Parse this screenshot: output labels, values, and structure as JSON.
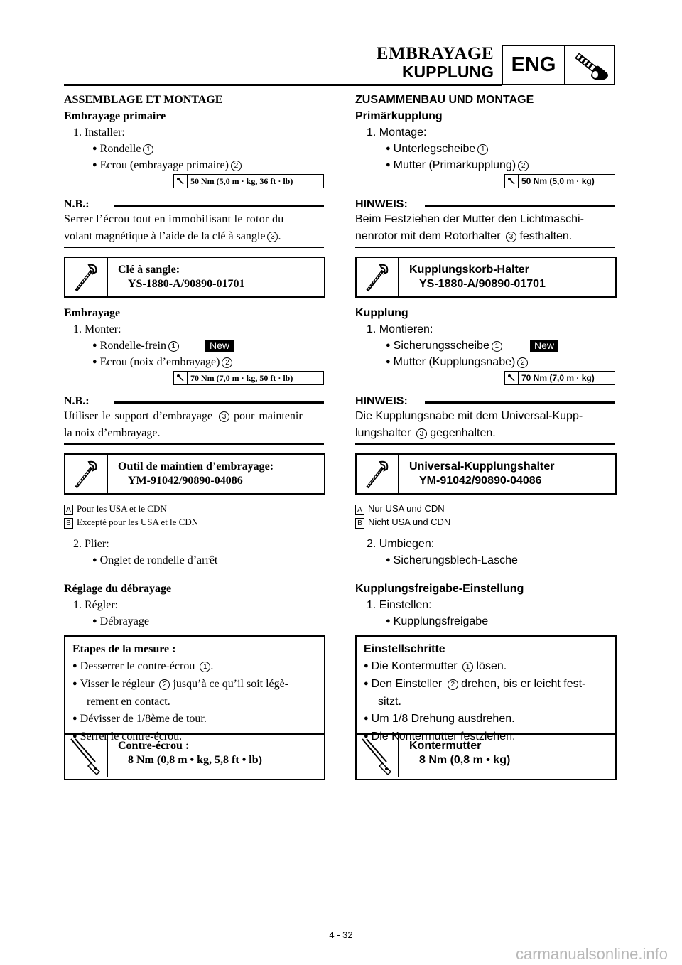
{
  "header": {
    "title_fr": "EMBRAYAGE",
    "title_de": "KUPPLUNG",
    "badge": "ENG",
    "badge_icon": "engine-wrench-icon"
  },
  "fr": {
    "section_title": "ASSEMBLAGE ET MONTAGE",
    "s1_title": "Embrayage primaire",
    "s1_step1": "1. Installer:",
    "s1_item1": "Rondelle",
    "s1_item2": "Ecrou (embrayage primaire)",
    "s1_torque": "50 Nm (5,0 m · kg, 36 ft · lb)",
    "nb1_label": "N.B.:",
    "nb1_text_a": "Serrer l’écrou tout en immobilisant le rotor du",
    "nb1_text_b": "volant magnétique à l’aide de la clé à sangle",
    "tool1_title": "Clé à sangle:",
    "tool1_code": "YS-1880-A/90890-01701",
    "s2_title": "Embrayage",
    "s2_step1": "1. Monter:",
    "s2_item1": "Rondelle-frein",
    "s2_item2": "Ecrou (noix d’embrayage)",
    "s2_torque": "70 Nm (7,0 m · kg, 50 ft · lb)",
    "nb2_label": "N.B.:",
    "nb2_text_a": "Utiliser le support d’embrayage",
    "nb2_text_a2": "pour maintenir",
    "nb2_text_b": "la noix d’embrayage.",
    "tool2_title": "Outil de maintien d’embrayage:",
    "tool2_code": "YM-91042/90890-04086",
    "note_a": "Pour les USA et le CDN",
    "note_b": "Excepté pour les USA et le CDN",
    "s2_step2": "2. Plier:",
    "s2_step2_item": "Onglet de rondelle d’arrêt",
    "s3_title": "Réglage du débrayage",
    "s3_step1": "1. Régler:",
    "s3_item1": "Débrayage",
    "box_title": "Etapes de la mesure :",
    "box_l1": "Desserrer le contre-écrou",
    "box_l2a": "Visser le régleur",
    "box_l2b": "jusqu’à ce qu’il soit légè-",
    "box_l2c": "rement en contact.",
    "box_l3": "Dévisser de 1/8ème de tour.",
    "box_l4": "Serrer le contre-écrou.",
    "spec_title": "Contre-écrou :",
    "spec_value": "8 Nm (0,8 m • kg, 5,8 ft • lb)"
  },
  "de": {
    "section_title": "ZUSAMMENBAU UND MONTAGE",
    "s1_title": "Primärkupplung",
    "s1_step1": "1. Montage:",
    "s1_item1": "Unterlegscheibe",
    "s1_item2": "Mutter (Primärkupplung)",
    "s1_torque": "50 Nm (5,0 m · kg)",
    "nb1_label": "HINWEIS:",
    "nb1_text_a": "Beim Festziehen der Mutter den Lichtmaschi-",
    "nb1_text_b": "nenrotor mit dem Rotorhalter",
    "nb1_text_c": "festhalten.",
    "tool1_title": "Kupplungskorb-Halter",
    "tool1_code": "YS-1880-A/90890-01701",
    "s2_title": "Kupplung",
    "s2_step1": "1. Montieren:",
    "s2_item1": "Sicherungsscheibe",
    "s2_item2": "Mutter (Kupplungsnabe)",
    "s2_torque": "70 Nm (7,0 m · kg)",
    "nb2_label": "HINWEIS:",
    "nb2_text_a": "Die Kupplungsnabe mit dem Universal-Kupp-",
    "nb2_text_b": "lungshalter",
    "nb2_text_c": "gegenhalten.",
    "tool2_title": "Universal-Kupplungshalter",
    "tool2_code": "YM-91042/90890-04086",
    "note_a": "Nur USA und CDN",
    "note_b": "Nicht USA und CDN",
    "s2_step2": "2. Umbiegen:",
    "s2_step2_item": "Sicherungsblech-Lasche",
    "s3_title": "Kupplungsfreigabe-Einstellung",
    "s3_step1": "1. Einstellen:",
    "s3_item1": "Kupplungsfreigabe",
    "box_title": "Einstellschritte",
    "box_l1a": "Die Kontermutter",
    "box_l1b": "lösen.",
    "box_l2a": "Den Einsteller",
    "box_l2b": "drehen, bis er leicht fest-",
    "box_l2c": "sitzt.",
    "box_l3": "Um 1/8 Drehung ausdrehen.",
    "box_l4": "Die Kontermutter festziehen.",
    "spec_title": "Kontermutter",
    "spec_value": "8 Nm (0,8 m • kg)"
  },
  "marks": {
    "c1": "1",
    "c2": "2",
    "c3": "3",
    "a": "A",
    "b": "B",
    "new": "New"
  },
  "page_number": "4 - 32",
  "watermark": "carmanualsonline.info"
}
